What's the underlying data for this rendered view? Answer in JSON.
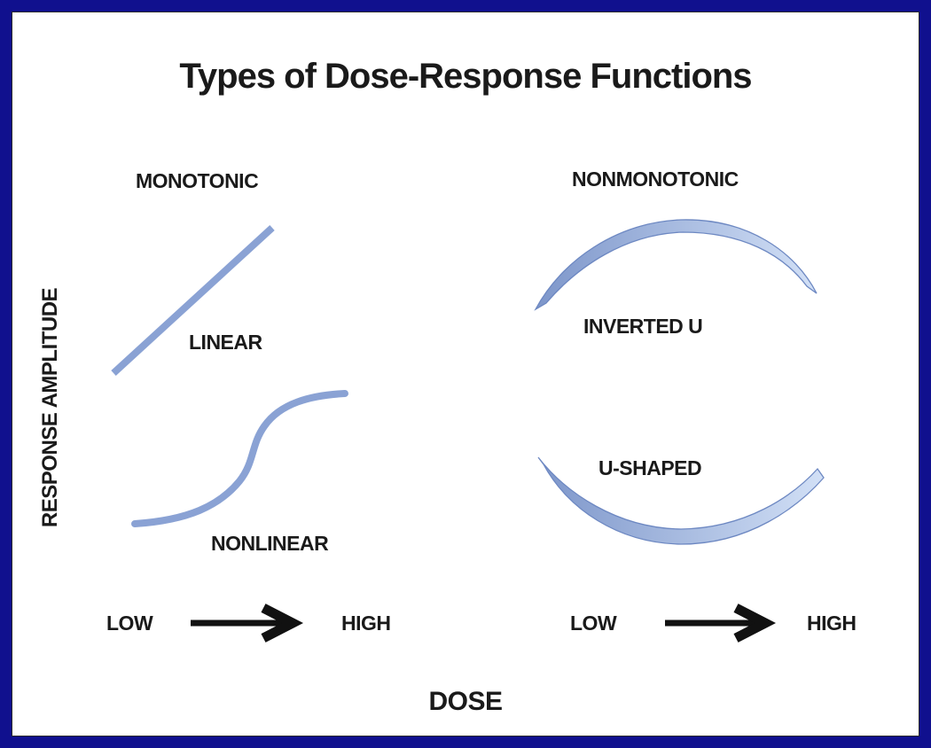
{
  "title": "Types of Dose-Response Functions",
  "y_axis_label": "RESPONSE AMPLITUDE",
  "x_axis_label": "DOSE",
  "columns": [
    {
      "heading": "MONOTONIC",
      "curves": [
        {
          "label": "LINEAR",
          "shape": "straight-rising-line"
        },
        {
          "label": "NONLINEAR",
          "shape": "sigmoid-s-curve"
        }
      ]
    },
    {
      "heading": "NONMONOTONIC",
      "curves": [
        {
          "label": "INVERTED U",
          "shape": "inverted-u-arc"
        },
        {
          "label": "U-SHAPED",
          "shape": "u-arc"
        }
      ]
    }
  ],
  "dose_scales": [
    {
      "low": "LOW",
      "high": "HIGH"
    },
    {
      "low": "LOW",
      "high": "HIGH"
    }
  ],
  "colors": {
    "frame": "#10108e",
    "curve_stroke": "#8aa2d4",
    "arc_gradient_start": "#7d96ca",
    "arc_gradient_end": "#d2e0f6",
    "arc_border": "#6d88c2",
    "arrow": "#111111",
    "text": "#1a1a1a"
  }
}
